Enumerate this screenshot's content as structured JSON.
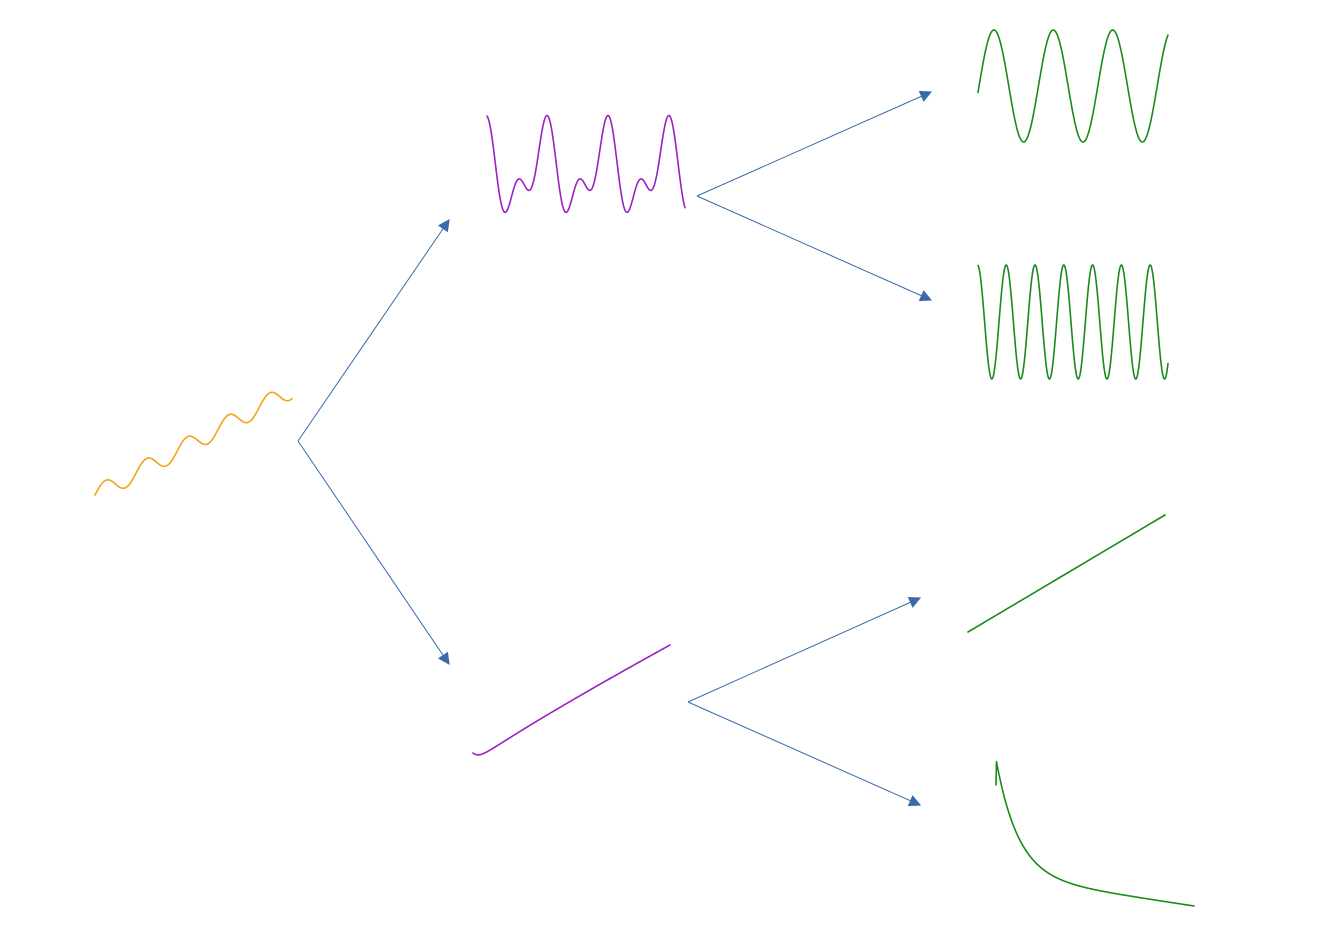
{
  "diagram": {
    "type": "signal-decomposition-tree",
    "colors": {
      "input": "#f2a31b",
      "level1": "#9b20c4",
      "level2": "#1a8a1a",
      "arrow": "#3a6aa8"
    },
    "nodes": [
      {
        "id": "input-signal",
        "level": 0,
        "shape": "sine-on-rising-trend"
      },
      {
        "id": "oscillation-component",
        "level": 1,
        "shape": "multi-frequency-oscillation"
      },
      {
        "id": "trend-component",
        "level": 1,
        "shape": "rising-trend"
      },
      {
        "id": "low-frequency-component",
        "level": 2,
        "shape": "low-frequency-sine"
      },
      {
        "id": "high-frequency-component",
        "level": 2,
        "shape": "high-frequency-sine"
      },
      {
        "id": "linear-component",
        "level": 2,
        "shape": "straight-line"
      },
      {
        "id": "decay-component",
        "level": 2,
        "shape": "decaying-curve"
      }
    ],
    "edges": [
      {
        "from": "input-signal",
        "to": "oscillation-component"
      },
      {
        "from": "input-signal",
        "to": "trend-component"
      },
      {
        "from": "oscillation-component",
        "to": "low-frequency-component"
      },
      {
        "from": "oscillation-component",
        "to": "high-frequency-component"
      },
      {
        "from": "trend-component",
        "to": "linear-component"
      },
      {
        "from": "trend-component",
        "to": "decay-component"
      }
    ]
  }
}
